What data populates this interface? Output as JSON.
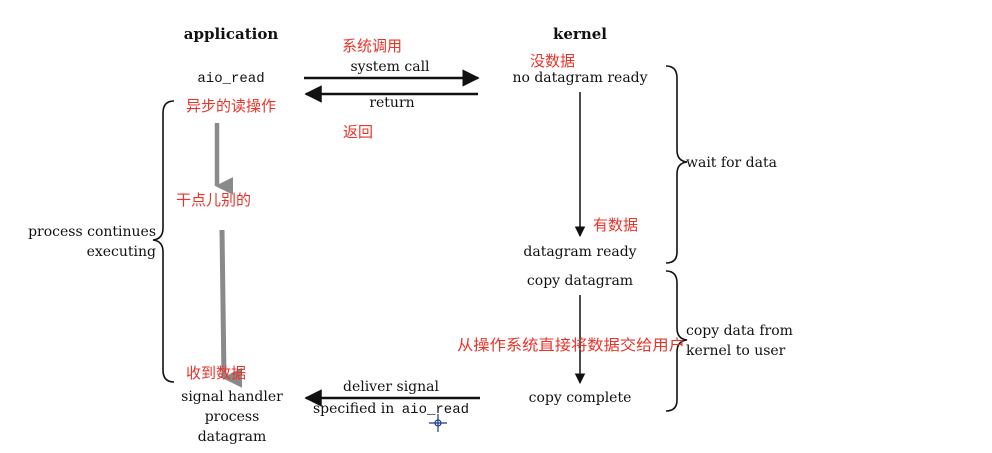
{
  "headers": {
    "application": "application",
    "kernel": "kernel"
  },
  "application": {
    "call": "aio_read",
    "process_continues_line1": "process continues",
    "process_continues_line2": "executing",
    "handler_line1": "signal handler",
    "handler_line2": "process",
    "handler_line3": "datagram"
  },
  "messages": {
    "system_call": "system call",
    "return": "return",
    "deliver_signal_line1": "deliver signal",
    "deliver_signal_line2_prefix": "specified in",
    "deliver_signal_line2_code": "aio_read"
  },
  "kernel": {
    "no_datagram_ready": "no datagram ready",
    "datagram_ready": "datagram ready",
    "copy_datagram": "copy datagram",
    "copy_complete": "copy complete"
  },
  "phases": {
    "wait_for_data": "wait for data",
    "copy_data_line1": "copy data from",
    "copy_data_line2": "kernel to user"
  },
  "annotations": {
    "system_call_cn": "系统调用",
    "no_data_cn": "没数据",
    "async_read_cn": "异步的读操作",
    "return_cn": "返回",
    "do_other_cn": "干点儿别的",
    "has_data_cn": "有数据",
    "os_copy_cn": "从操作系统直接将数据交给用户",
    "received_data_cn": "收到数据"
  },
  "colors": {
    "annotation": "#e8342a",
    "ink": "#111111",
    "app_arrow": "#8a8a8a"
  },
  "icons": {
    "cursor": "crosshair-cursor-icon"
  }
}
